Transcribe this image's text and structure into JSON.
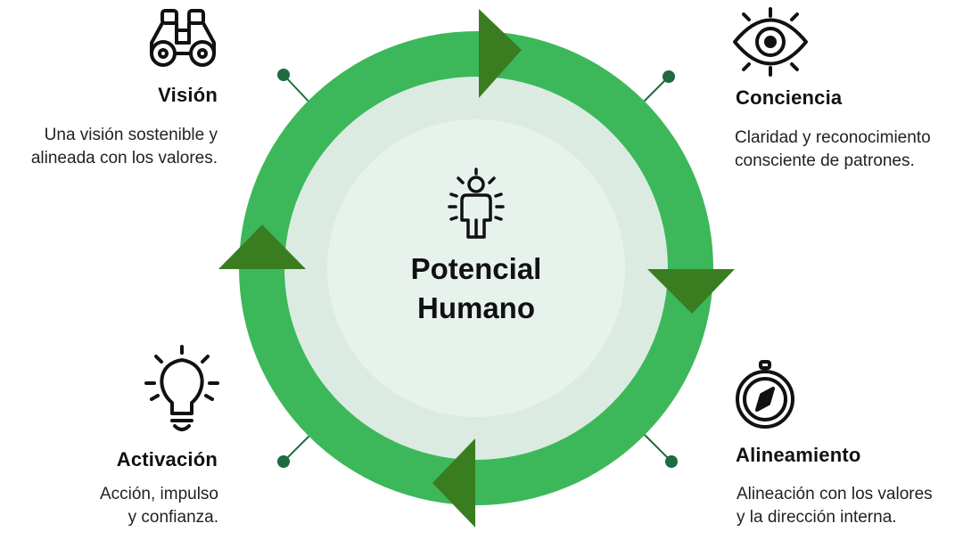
{
  "center": {
    "line1": "Potencial",
    "line2": "Humano",
    "icon": "radiant-person-icon"
  },
  "stages": {
    "vision": {
      "title": "Visión",
      "desc_line1": "Una visión sostenible y",
      "desc_line2": "alineada con los valores.",
      "icon": "binoculars-icon"
    },
    "conciencia": {
      "title": "Conciencia",
      "desc_line1": "Claridad y reconocimiento",
      "desc_line2": "consciente de patrones.",
      "icon": "eye-icon"
    },
    "alineamiento": {
      "title": "Alineamiento",
      "desc_line1": "Alineación con los valores",
      "desc_line2": "y la dirección interna.",
      "icon": "compass-icon"
    },
    "activacion": {
      "title": "Activación",
      "desc_line1": "Acción, impulso",
      "desc_line2": "y confianza.",
      "icon": "lightbulb-icon"
    }
  },
  "colors": {
    "ring": "#3cb85a",
    "inner_disc": "#dcebe2",
    "core_disc": "#e8f2ec",
    "arrow": "#3a7d20",
    "connector": "#1d6b3e"
  }
}
